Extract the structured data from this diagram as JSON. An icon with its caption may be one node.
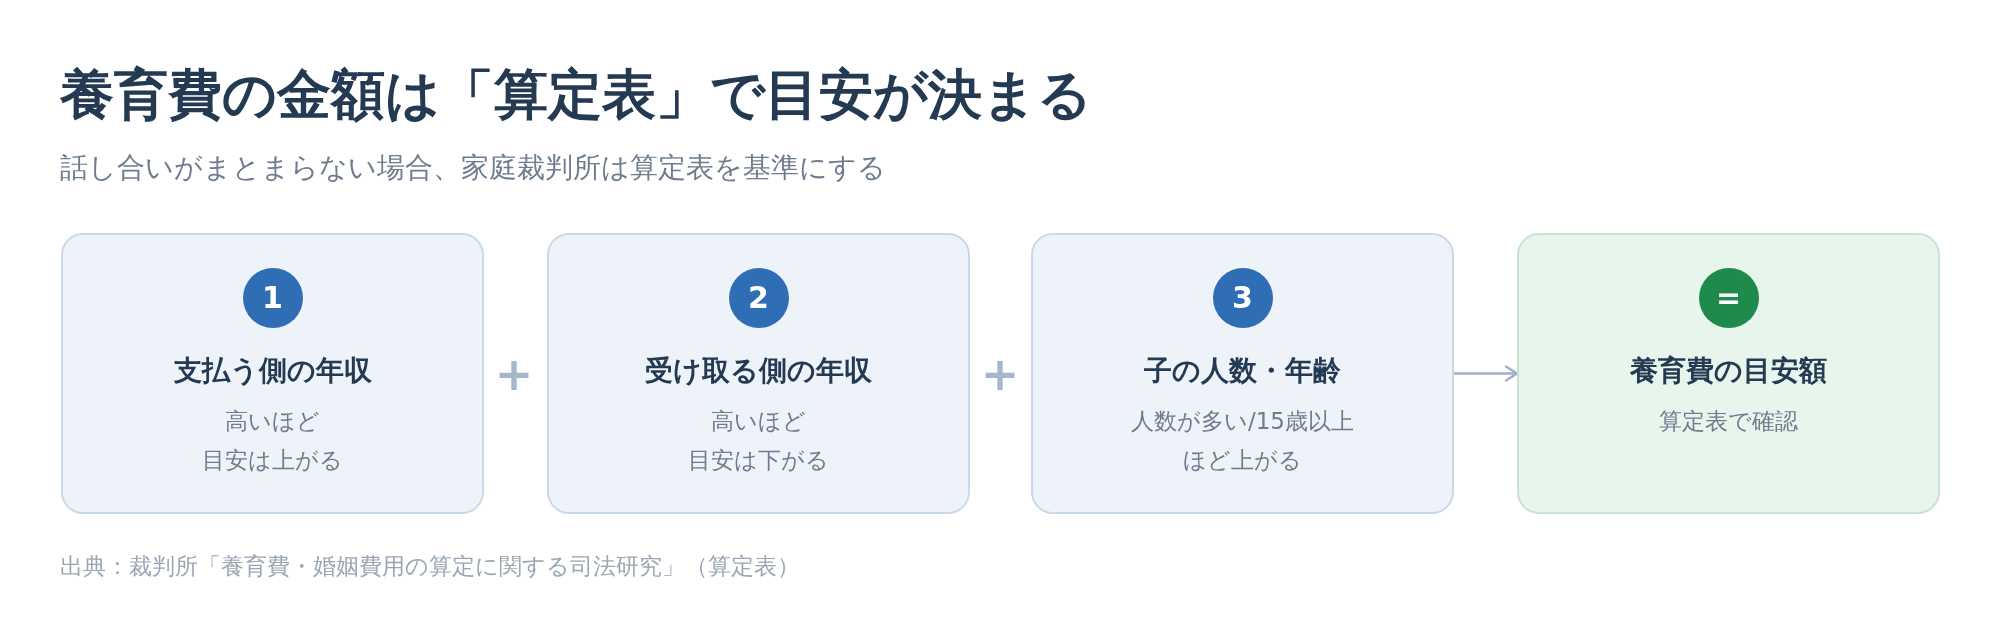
{
  "diagram": {
    "title": "養育費の金額は「算定表」で目安が決まる",
    "caption": "出典：裁判所「養育費・婚姻費用の算定に関する司法研究」（算定表）",
    "nodes": [
      {
        "text": [
          "支払う側の年収",
          "高いほど目安は上がる"
        ]
      },
      {
        "text": [
          "1"
        ],
        "in": 0
      },
      {
        "text": [
          "受け取る側の年収",
          "高いほど目安は下がる"
        ]
      },
      {
        "text": [
          "2"
        ],
        "in": 2
      },
      {
        "text": [
          "子の人数・年齢",
          "人数が多い/15歳以上ほど上がる"
        ]
      },
      {
        "text": [
          "3"
        ],
        "in": 4
      },
      {
        "text": [
          "養育費の目安額",
          "算定表で確認"
        ]
      },
      {
        "text": [
          "="
        ],
        "in": 6
      }
    ],
    "edges": [
      {
        "from": 4,
        "to": 6,
        "arrow": "to"
      }
    ],
    "labels": [
      "話し合いがまとまらない場合、家庭裁判所は算定表を基準にする",
      "+",
      "+"
    ]
  }
}
